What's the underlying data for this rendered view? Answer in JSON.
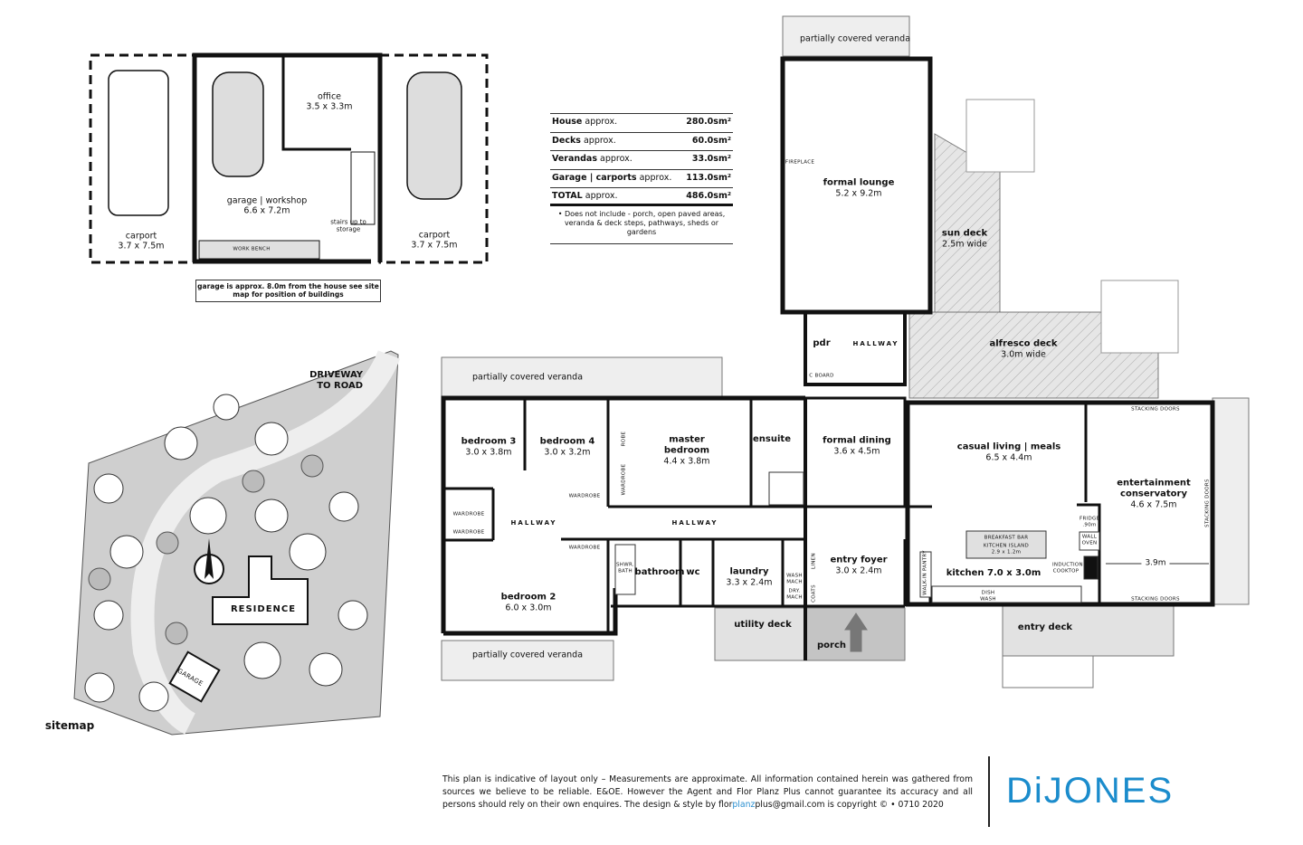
{
  "areas": {
    "rows": [
      {
        "label": "House",
        "suffix": "approx.",
        "value": "280.0sm²"
      },
      {
        "label": "Decks",
        "suffix": "approx.",
        "value": "60.0sm²"
      },
      {
        "label": "Verandas",
        "suffix": "approx.",
        "value": "33.0sm²"
      },
      {
        "label": "Garage | carports",
        "suffix": "approx.",
        "value": "113.0sm²"
      },
      {
        "label": "TOTAL",
        "suffix": "approx.",
        "value": "486.0sm²"
      }
    ],
    "note": "• Does not include - porch, open paved areas, veranda & deck steps, pathways, sheds or gardens"
  },
  "rooms": [
    {
      "name": "bedroom 3",
      "size": "3.0 x 3.8m"
    },
    {
      "name": "bedroom 4",
      "size": "3.0 x 3.2m"
    },
    {
      "name": "master bedroom",
      "size": "4.4 x 3.8m"
    },
    {
      "name": "ensuite",
      "size": ""
    },
    {
      "name": "formal dining",
      "size": "3.6 x 4.5m"
    },
    {
      "name": "casual living | meals",
      "size": "6.5 x 4.4m"
    },
    {
      "name": "entertainment conservatory",
      "size": "4.6 x 7.5m"
    },
    {
      "name": "bedroom 2",
      "size": "6.0 x 3.0m"
    },
    {
      "name": "bathroom",
      "size": ""
    },
    {
      "name": "wc",
      "size": ""
    },
    {
      "name": "laundry",
      "size": "3.3 x 2.4m"
    },
    {
      "name": "entry foyer",
      "size": "3.0 x 2.4m"
    },
    {
      "name": "kitchen  7.0 x 3.0m",
      "size": ""
    },
    {
      "name": "formal lounge",
      "size": "5.2 x 9.2m"
    },
    {
      "name": "pdr",
      "size": ""
    },
    {
      "name": "sun deck",
      "size": "2.5m wide"
    },
    {
      "name": "alfresco deck",
      "size": "3.0m wide"
    },
    {
      "name": "utility deck",
      "size": ""
    },
    {
      "name": "porch",
      "size": ""
    },
    {
      "name": "entry deck",
      "size": ""
    },
    {
      "name": "office",
      "size": "3.5 x 3.3m"
    },
    {
      "name": "garage | workshop",
      "size": "6.6 x 7.2m"
    },
    {
      "name": "carport",
      "size": "3.7 x 7.5m"
    },
    {
      "name": "carport",
      "size": "3.7 x 7.5m"
    }
  ],
  "verandas": [
    "partially covered veranda",
    "partially covered veranda",
    "partially covered veranda"
  ],
  "small": {
    "hallway": "HALLWAY",
    "cboard": "C BOARD",
    "fireplace": "FIREPLACE",
    "wardrobe": "WARDROBE",
    "robe": "ROBE",
    "stacking": "STACKING DOORS",
    "fridge": "FRIDGE .90m",
    "wall_oven": "WALL OVEN",
    "cooktop": "INDUCTION COOKTOP",
    "breakfast": "BREAKFAST BAR",
    "island": "KITCHEN ISLAND",
    "island_size": "2.9 x 1.2m",
    "dish": "DISH WASH",
    "pantry": "WALK-IN PANTRY",
    "linen": "LINEN",
    "coats": "COATS",
    "wash": "WASH MACH",
    "dry": "DRY. MACH",
    "shwr": "SHWR. BATH",
    "bench": "WORK BENCH",
    "stairs": "stairs up to storage",
    "dim": "3.9m"
  },
  "garage_note": "garage is approx. 8.0m from the house see site map for position of buildings",
  "sitemap": {
    "title": "sitemap",
    "driveway": "DRIVEWAY TO ROAD",
    "residence": "RESIDENCE",
    "garage": "GARAGE",
    "north": "N"
  },
  "disclaimer": {
    "text1": "This plan is indicative of layout only  –  Measurements are approximate. All information contained herein was gathered from sources we believe to be reliable. E&OE. However the Agent and Flor Planz Plus cannot guarantee its accuracy and all persons should rely on their own enquires. The design & style by flor",
    "planz": "planz",
    "text2": "plus@gmail.com is copyright ©  • 0710  2020"
  },
  "logo": "DiJONES",
  "colors": {
    "brand": "#1b8ccc",
    "deck": "#dcdcdc",
    "porch": "#c4c4c4",
    "walls": "#111111"
  }
}
